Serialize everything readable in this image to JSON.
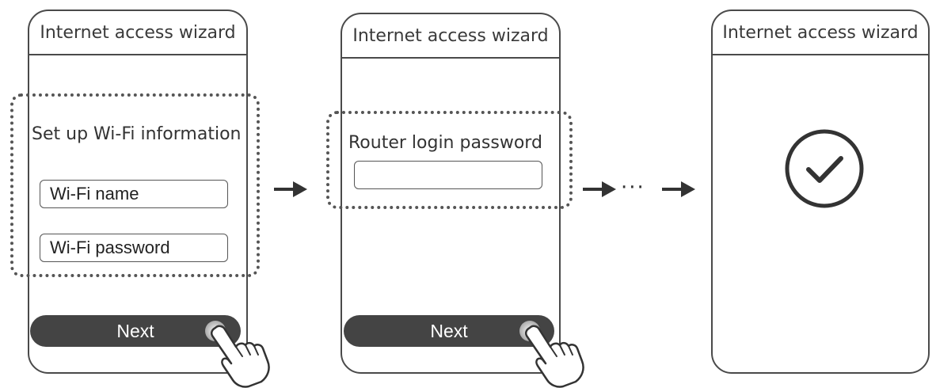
{
  "steps": [
    {
      "header": "Internet access wizard",
      "section_title": "Set up Wi-Fi information",
      "fields": [
        "Wi-Fi name",
        "Wi-Fi password"
      ],
      "button": "Next"
    },
    {
      "header": "Internet access wizard",
      "section_title": "Router login password",
      "fields": [
        ""
      ],
      "button": "Next"
    },
    {
      "header": "Internet access wizard",
      "status_icon": "checkmark-circle-icon"
    }
  ],
  "connector": {
    "icon": "arrow-right-icon",
    "ellipsis": "···"
  },
  "colors": {
    "outline": "#4a4a4a",
    "button_fill": "#444444",
    "button_text": "#ffffff"
  }
}
